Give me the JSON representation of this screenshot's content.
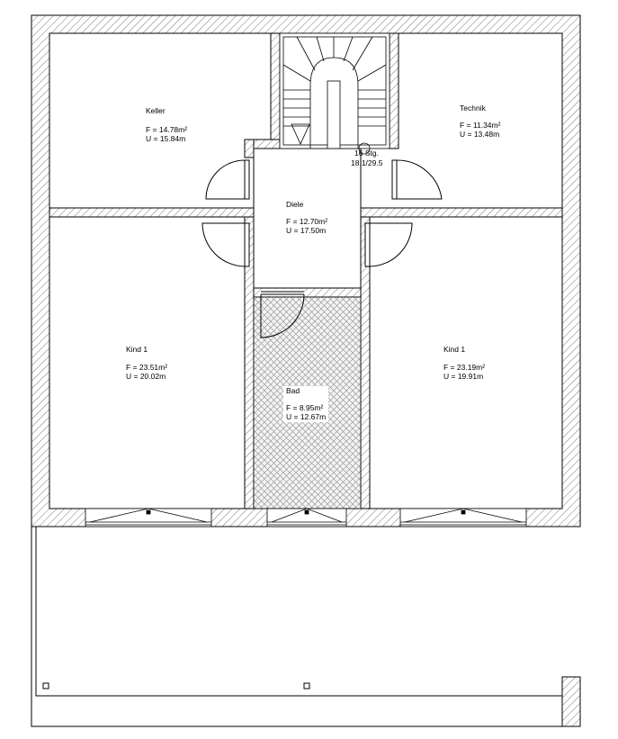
{
  "rooms": {
    "keller": {
      "name": "Keller",
      "area": "F = 14.78m²",
      "perimeter": "U = 15.84m"
    },
    "technik": {
      "name": "Technik",
      "area": "F = 11.34m²",
      "perimeter": "U = 13.48m"
    },
    "diele": {
      "name": "Diele",
      "area": "F = 12.70m²",
      "perimeter": "U = 17.50m"
    },
    "kind_left": {
      "name": "Kind 1",
      "area": "F = 23.51m²",
      "perimeter": "U = 20.02m"
    },
    "kind_right": {
      "name": "Kind 1",
      "area": "F = 23.19m²",
      "perimeter": "U = 19.91m"
    },
    "bad": {
      "name": "Bad",
      "area": "F = 8.95m²",
      "perimeter": "U = 12.67m"
    }
  },
  "stairs": {
    "steps": "16 Stg.",
    "dimensions": "18.1/29.5"
  },
  "colors": {
    "line": "#000000",
    "hatch": "#555555",
    "tile": "#9a9a9a",
    "background": "#ffffff"
  }
}
